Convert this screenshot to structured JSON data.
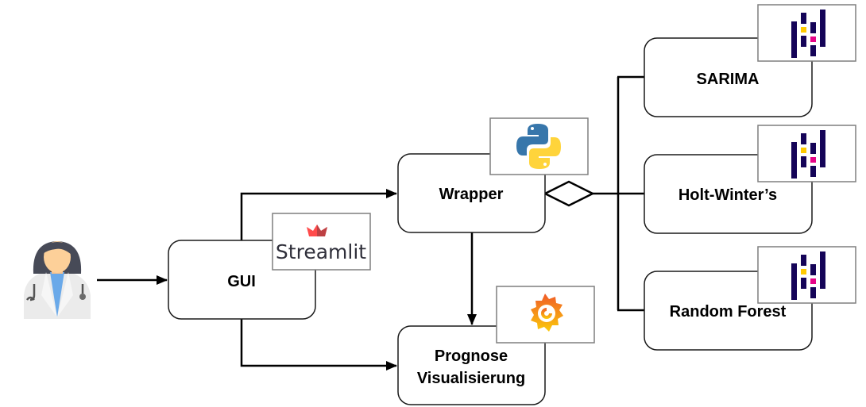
{
  "diagram": {
    "actor": {
      "name": "doctor-user",
      "icon": "doctor-icon"
    },
    "nodes": {
      "gui": {
        "label": "GUI",
        "logo": {
          "name": "streamlit-logo",
          "text": "Streamlit",
          "color": "#ff4b4b"
        }
      },
      "wrapper": {
        "label": "Wrapper",
        "logo": {
          "name": "python-logo",
          "colors": [
            "#3776ab",
            "#ffd43b"
          ]
        }
      },
      "prognose": {
        "label_line1": "Prognose",
        "label_line2": "Visualisierung",
        "logo": {
          "name": "grafana-logo",
          "colors": [
            "#f05a28",
            "#fbca0a"
          ]
        }
      },
      "sarima": {
        "label": "SARIMA",
        "logo": {
          "name": "pandas-logo"
        }
      },
      "holt_winters": {
        "label": "Holt-Winter’s",
        "logo": {
          "name": "pandas-logo"
        }
      },
      "random_forest": {
        "label": "Random Forest",
        "logo": {
          "name": "pandas-logo"
        }
      }
    },
    "edges": [
      {
        "from": "doctor-user",
        "to": "GUI",
        "type": "arrow"
      },
      {
        "from": "GUI",
        "to": "Wrapper",
        "type": "arrow"
      },
      {
        "from": "GUI",
        "to": "Prognose Visualisierung",
        "type": "arrow"
      },
      {
        "from": "Wrapper",
        "to": "Prognose Visualisierung",
        "type": "arrow"
      },
      {
        "from": "Wrapper",
        "to": "SARIMA",
        "type": "aggregation"
      },
      {
        "from": "Wrapper",
        "to": "Holt-Winter’s",
        "type": "aggregation"
      },
      {
        "from": "Wrapper",
        "to": "Random Forest",
        "type": "aggregation"
      }
    ],
    "colors": {
      "pandas_dark": "#150458",
      "pandas_yellow": "#ffca00",
      "pandas_pink": "#e70488"
    }
  }
}
